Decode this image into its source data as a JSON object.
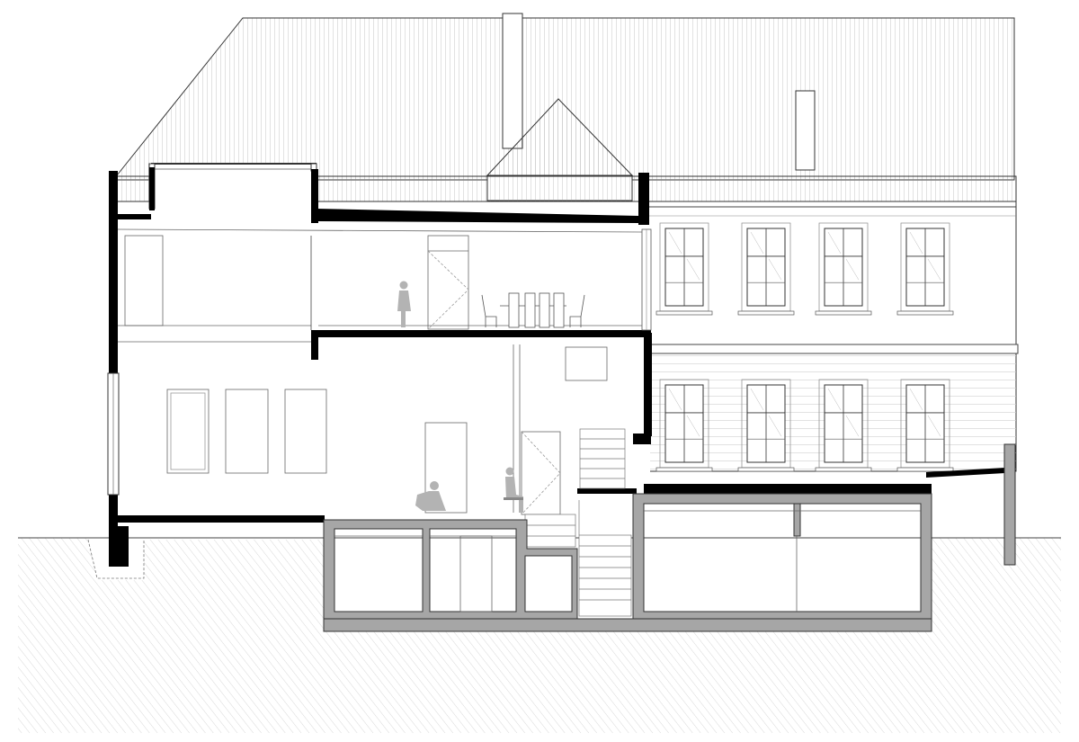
{
  "drawing": {
    "type": "architectural-section",
    "text_labels": [],
    "windows_per_floor": 4,
    "figures": [
      "standing-person",
      "crouching-person",
      "seated-person"
    ],
    "colors": {
      "line": "#222222",
      "thin": "#666666",
      "wall_cut": "#000000",
      "concrete": "#a6a6a6",
      "figure": "#b3b3b3",
      "hatch": "#bdbdbd"
    }
  }
}
